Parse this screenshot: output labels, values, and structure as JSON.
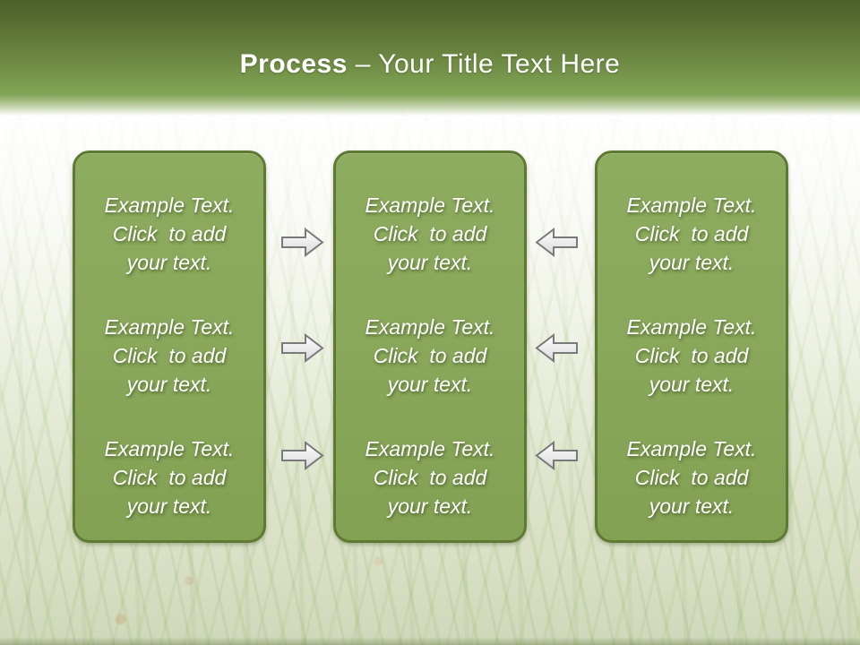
{
  "title": {
    "bold": "Process",
    "rest": "– Your Title Text Here"
  },
  "boxes": [
    {
      "name": "left",
      "blocks": [
        "Example Text.\nClick  to add\nyour text.",
        "Example Text.\nClick  to add\nyour text.",
        "Example Text.\nClick  to add\nyour text."
      ]
    },
    {
      "name": "center",
      "blocks": [
        "Example Text.\nClick  to add\nyour text.",
        "Example Text.\nClick  to add\nyour text.",
        "Example Text.\nClick  to add\nyour text."
      ]
    },
    {
      "name": "right",
      "blocks": [
        "Example Text.\nClick  to add\nyour text.",
        "Example Text.\nClick  to add\nyour text.",
        "Example Text.\nClick  to add\nyour text."
      ]
    }
  ],
  "arrows": [
    {
      "direction": "right"
    },
    {
      "direction": "right"
    },
    {
      "direction": "right"
    },
    {
      "direction": "left"
    },
    {
      "direction": "left"
    },
    {
      "direction": "left"
    }
  ],
  "colors": {
    "band_top": "#4C602B",
    "band_bottom": "#83A558",
    "box_fill": "#89A75A",
    "box_border": "#5E7931",
    "arrow_fill": "#F2F2F2",
    "arrow_border": "#7A7A7A",
    "text": "#FFFFFF"
  }
}
